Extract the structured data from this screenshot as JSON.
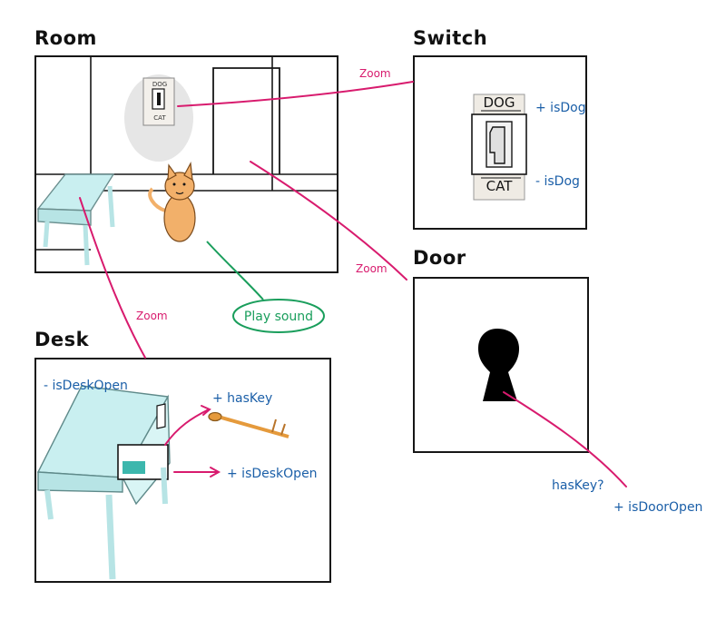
{
  "titles": {
    "room": "Room",
    "switch": "Switch",
    "door": "Door",
    "desk": "Desk"
  },
  "arrows": {
    "zoom_switch": "Zoom",
    "zoom_door": "Zoom",
    "zoom_desk": "Zoom"
  },
  "actions": {
    "play_sound": "Play sound"
  },
  "switch_panel": {
    "top_label": "DOG",
    "bottom_label": "CAT",
    "set_dog": "+ isDog",
    "unset_dog": "- isDog"
  },
  "room_panel": {
    "switch_top": "DOG",
    "switch_bottom": "CAT"
  },
  "desk_panel": {
    "initial_state": "- isDeskOpen",
    "get_key": "+ hasKey",
    "open_desk": "+ isDeskOpen"
  },
  "door_panel": {
    "condition": "hasKey?",
    "result": "+ isDoorOpen"
  },
  "colors": {
    "zoom_line": "#d81b6e",
    "sound_line": "#1a9e5c",
    "state_text": "#1b5fa8",
    "outline": "#161616",
    "desk_fill": "#c9eff0",
    "cat_fill": "#f2b06a",
    "key_fill": "#e59a3c"
  }
}
